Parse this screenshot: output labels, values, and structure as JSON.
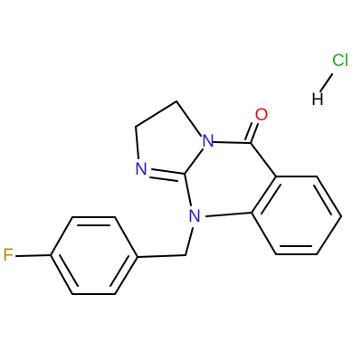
{
  "compound": {
    "salt_label": "Cl",
    "salt_h_label": "H"
  },
  "atoms": {
    "n_ring_junction": "N",
    "n_imine": "N",
    "n_benzyl": "N",
    "o_carbonyl": "O",
    "f_aryl": "F"
  },
  "colors": {
    "nitrogen": "#1a1ad6",
    "oxygen": "#e01010",
    "fluorine": "#b8860b",
    "chlorine": "#22aa22",
    "hydrogen": "#000000",
    "bond": "#000000"
  }
}
